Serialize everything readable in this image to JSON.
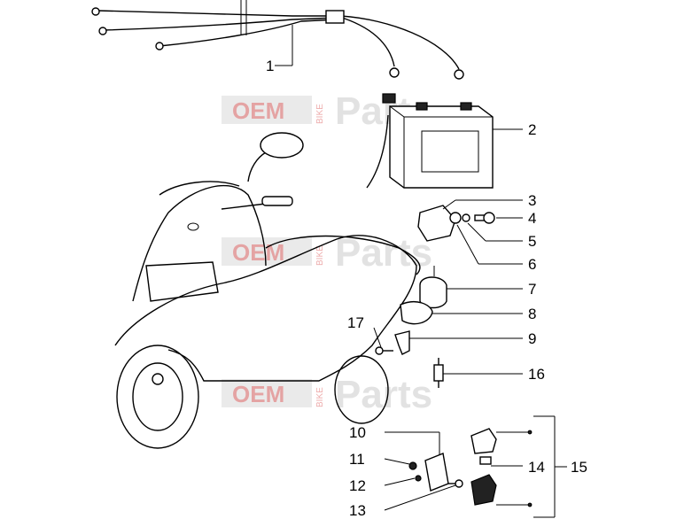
{
  "watermark": {
    "oem": "OEM",
    "bike": "BIKE",
    "parts": "Parts"
  },
  "callouts": [
    {
      "id": "callout-1",
      "text": "1"
    },
    {
      "id": "callout-2",
      "text": "2"
    },
    {
      "id": "callout-3",
      "text": "3"
    },
    {
      "id": "callout-4",
      "text": "4"
    },
    {
      "id": "callout-5",
      "text": "5"
    },
    {
      "id": "callout-6",
      "text": "6"
    },
    {
      "id": "callout-7",
      "text": "7"
    },
    {
      "id": "callout-8",
      "text": "8"
    },
    {
      "id": "callout-9",
      "text": "9"
    },
    {
      "id": "callout-10",
      "text": "10"
    },
    {
      "id": "callout-11",
      "text": "11"
    },
    {
      "id": "callout-12",
      "text": "12"
    },
    {
      "id": "callout-13",
      "text": "13"
    },
    {
      "id": "callout-14",
      "text": "14"
    },
    {
      "id": "callout-15",
      "text": "15"
    },
    {
      "id": "callout-16",
      "text": "16"
    },
    {
      "id": "callout-17",
      "text": "17"
    }
  ]
}
